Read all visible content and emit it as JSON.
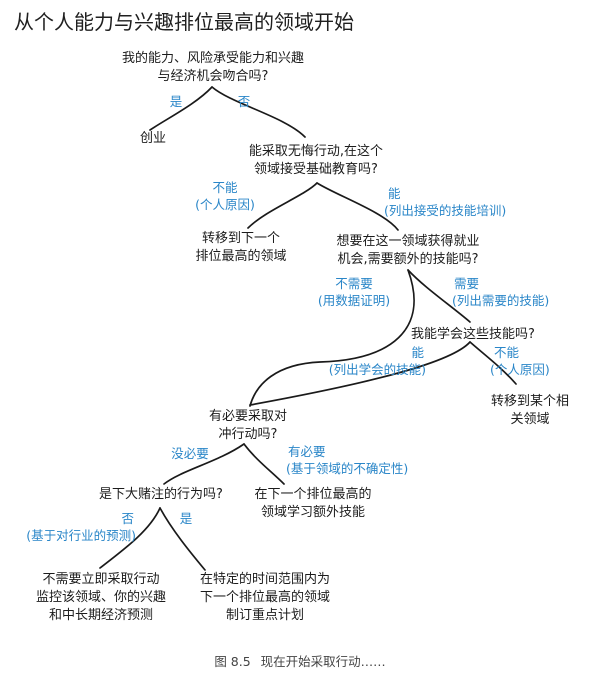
{
  "title": "从个人能力与兴趣排位最高的领域开始",
  "nodes": {
    "q1": [
      "我的能力、风险承受能力和兴趣",
      "与经济机会吻合吗?"
    ],
    "startup": [
      "创业"
    ],
    "q2": [
      "能采取无悔行动,在这个",
      "领域接受基础教育吗?"
    ],
    "switch_next": [
      "转移到下一个",
      "排位最高的领域"
    ],
    "q3": [
      "想要在这一领域获得就业",
      "机会,需要额外的技能吗?"
    ],
    "q4": [
      "我能学会这些技能吗?"
    ],
    "switch_related": [
      "转移到某个相",
      "关领域"
    ],
    "q5": [
      "有必要采取对",
      "冲行动吗?"
    ],
    "learn_skills": [
      "在下一个排位最高的",
      "领域学习额外技能"
    ],
    "q6": [
      "是下大赌注的行为吗?"
    ],
    "monitor": [
      "不需要立即采取行动",
      "监控该领域、你的兴趣",
      "和中长期经济预测"
    ],
    "plan": [
      "在特定的时间范围内为",
      "下一个排位最高的领域",
      "制订重点计划"
    ]
  },
  "labels": {
    "yes1": [
      "是"
    ],
    "no1": [
      "否"
    ],
    "cannot2": [
      "不能",
      "(个人原因)"
    ],
    "can2": [
      "能",
      "(列出接受的技能培训)"
    ],
    "notneed3": [
      "不需要",
      "(用数据证明)"
    ],
    "need3": [
      "需要",
      "(列出需要的技能)"
    ],
    "can4": [
      "能",
      "(列出学会的技能)"
    ],
    "cannot4": [
      "不能",
      "(个人原因)"
    ],
    "nonecessary5": [
      "没必要"
    ],
    "necessary5": [
      "有必要",
      "(基于领域的不确定性)"
    ],
    "no6": [
      "否",
      "(基于对行业的预测)"
    ],
    "yes6": [
      "是"
    ]
  },
  "caption": {
    "fig": "图 8.5",
    "text": "现在开始采取行动……"
  },
  "colors": {
    "line": "#1a1a1a",
    "label": "#2a86c8",
    "text": "#1c1c1c"
  }
}
